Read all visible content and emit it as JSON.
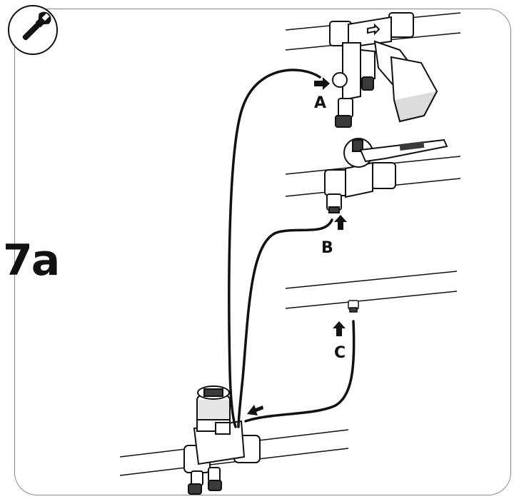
{
  "figure": {
    "step_label": "7a",
    "tool_icon": "wrench-icon",
    "ports": [
      {
        "id": "A",
        "label": "A"
      },
      {
        "id": "B",
        "label": "B"
      },
      {
        "id": "C",
        "label": "C"
      }
    ],
    "colors": {
      "line": "#111111",
      "frame": "#8a8a8a",
      "part_fill": "#ffffff",
      "part_dark": "#3a3a3a"
    }
  }
}
